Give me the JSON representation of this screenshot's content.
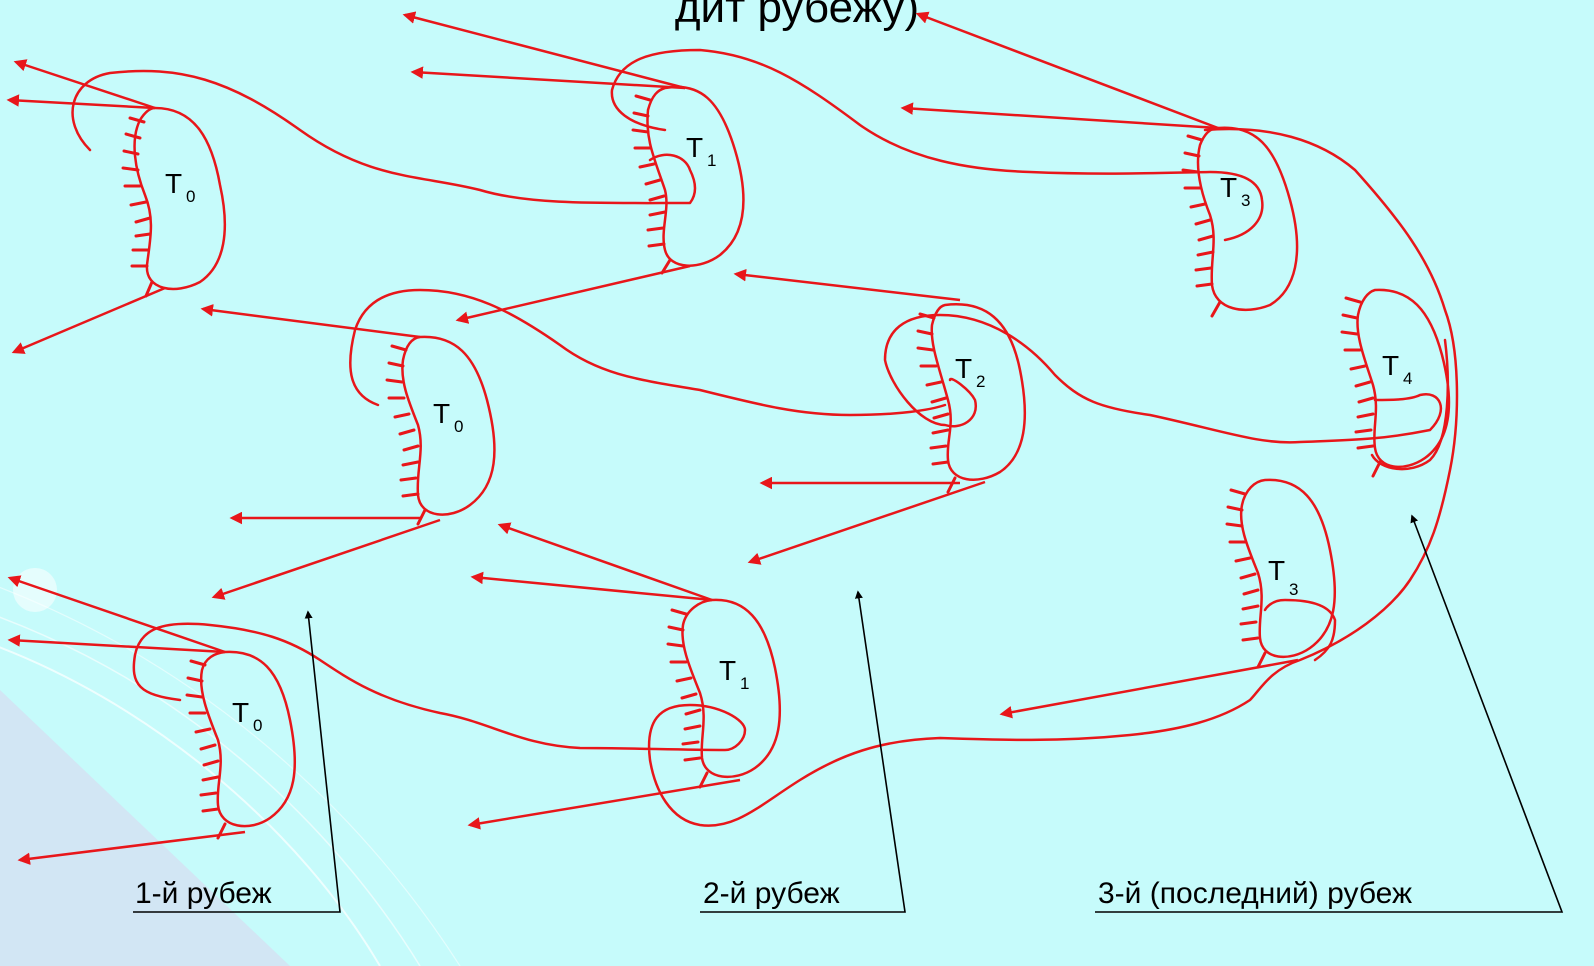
{
  "title_partial": "дит  рубежу)",
  "points": [
    {
      "label": "Т",
      "sub": "0"
    },
    {
      "label": "Т",
      "sub": "1"
    },
    {
      "label": "Т",
      "sub": "3"
    },
    {
      "label": "Т",
      "sub": "0"
    },
    {
      "label": "Т",
      "sub": "2"
    },
    {
      "label": "Т",
      "sub": "4"
    },
    {
      "label": "Т",
      "sub": "0"
    },
    {
      "label": "Т",
      "sub": "1"
    },
    {
      "label": "Т",
      "sub": "3"
    }
  ],
  "lines": [
    {
      "label": "1-й рубеж"
    },
    {
      "label": "2-й рубеж"
    },
    {
      "label": "3-й (последний) рубеж"
    }
  ],
  "colors": {
    "background": "#c6fbfb",
    "stroke": "#e8161a",
    "label_text": "#000000"
  }
}
